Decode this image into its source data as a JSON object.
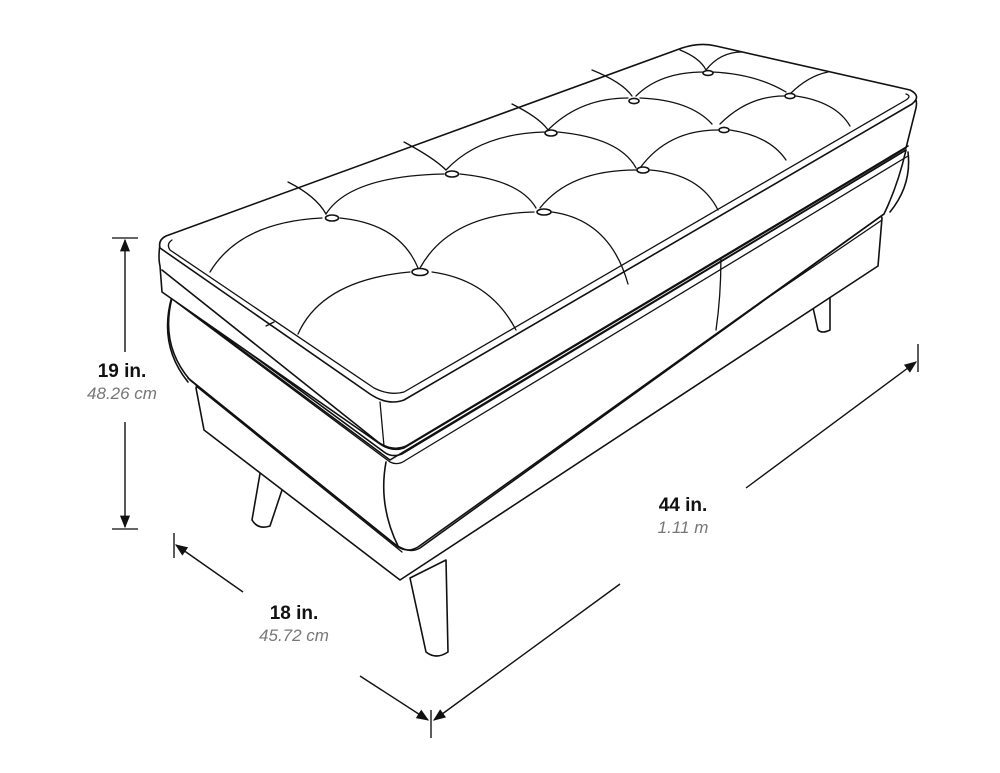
{
  "diagram": {
    "subject": "Tufted upholstered storage bench with tapered legs",
    "colors": {
      "line": "#111111",
      "metric_text": "#777777",
      "background": "#ffffff"
    }
  },
  "dimensions": {
    "height": {
      "imperial": "19 in.",
      "metric": "48.26 cm"
    },
    "depth": {
      "imperial": "18 in.",
      "metric": "45.72 cm"
    },
    "width": {
      "imperial": "44 in.",
      "metric": "1.11 m"
    }
  }
}
